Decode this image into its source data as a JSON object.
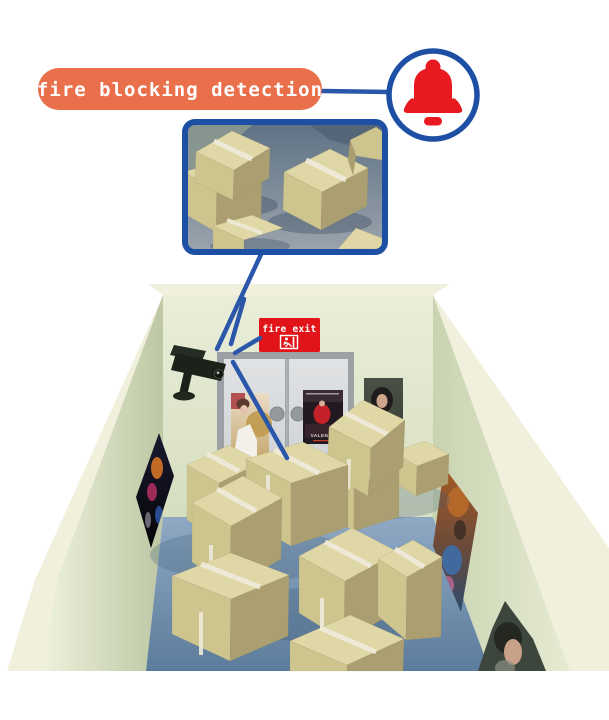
{
  "callout": {
    "label": "fire blocking detection"
  },
  "exit_sign": {
    "label": "fire exit",
    "icon": "running-man-icon"
  },
  "door_posters": {
    "right_title": "VALENTI"
  },
  "icons": {
    "alarm": "alarm-bell-icon",
    "camera": "cctv-camera-icon",
    "inset": "zoom-detail-panel"
  },
  "colors": {
    "accent_orange": "#e9704b",
    "line_blue": "#2b57ab",
    "panel_border_blue": "#1d50a5",
    "alarm_red": "#e8191f",
    "sign_red": "#e01419",
    "wall_green": "#dfe5cb",
    "wall_cream": "#f1f0dc",
    "floor_blue": "#7e9cba",
    "box_top": "#dfd7a6",
    "box_front": "#cdc48e",
    "box_side": "#ab9f72",
    "box_tape": "#eeead9",
    "door_gray": "#d7d9db",
    "door_frame_gray": "#9ca1a5",
    "camera_dark": "#1b221a"
  }
}
